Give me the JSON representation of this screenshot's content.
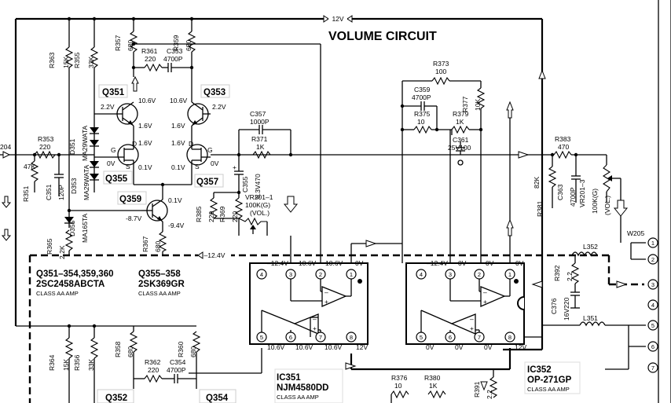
{
  "title": "VOLUME CIRCUIT",
  "supply": {
    "v12": "12V",
    "vneg12": "–12.4V",
    "in_ref": "204"
  },
  "transistor_groups": [
    {
      "parts": "Q351–354,359,360",
      "type": "2SC2458ABCTA",
      "class": "CLASS AA AMP"
    },
    {
      "parts": "Q355–358",
      "type": "2SK369GR",
      "class": "CLASS AA AMP"
    }
  ],
  "ics": [
    {
      "ref": "IC351",
      "type": "NJM4580DD",
      "class": "CLASS AA AMP"
    },
    {
      "ref": "IC352",
      "type": "OP-271GP",
      "class": "CLASS AA AMP"
    }
  ],
  "transistors": {
    "q351": {
      "label": "Q351",
      "b": "2.2V",
      "c": "10.6V",
      "e": "1.6V"
    },
    "q353": {
      "label": "Q353",
      "b": "2.2V",
      "c": "10.6V",
      "e": "1.6V"
    },
    "q355": {
      "label": "Q355",
      "g": "0V",
      "d": "1.6V",
      "s": "0.1V"
    },
    "q357": {
      "label": "Q357",
      "g": "0V",
      "d": "1.6V",
      "s": "0.1V"
    },
    "q359": {
      "label": "Q359",
      "c": "0.1V",
      "b": "-8.7V",
      "e": "-9.4V"
    },
    "q352": {
      "label": "Q352"
    },
    "q354": {
      "label": "Q354"
    }
  },
  "resistors": {
    "r357": {
      "ref": "R357",
      "val": "680"
    },
    "r359": {
      "ref": "R359",
      "val": "680"
    },
    "r361": {
      "ref": "R361",
      "val": "220"
    },
    "r363": {
      "ref": "R363",
      "val": "15K"
    },
    "r355": {
      "ref": "R355",
      "val": "33K"
    },
    "r353": {
      "ref": "R353",
      "val": "220"
    },
    "r351": {
      "ref": "R351",
      "val": "47K"
    },
    "r371": {
      "ref": "R371",
      "val": "1K"
    },
    "r373": {
      "ref": "R373",
      "val": "100"
    },
    "r375": {
      "ref": "R375",
      "val": "10"
    },
    "r377": {
      "ref": "R377",
      "val": "10K"
    },
    "r379": {
      "ref": "R379",
      "val": "1K"
    },
    "r383": {
      "ref": "R383",
      "val": "470"
    },
    "r381": {
      "ref": "R381",
      "val": "82K"
    },
    "r385": {
      "ref": "R385",
      "val": "220"
    },
    "r369": {
      "ref": "R369",
      "val": "220"
    },
    "r365": {
      "ref": "R365",
      "val": "2.2K"
    },
    "r367": {
      "ref": "R367",
      "val": "680"
    },
    "r364": {
      "ref": "R364",
      "val": "15K"
    },
    "r356": {
      "ref": "R356",
      "val": "33K"
    },
    "r358": {
      "ref": "R358",
      "val": "680"
    },
    "r360": {
      "ref": "R360",
      "val": "680"
    },
    "r362": {
      "ref": "R362",
      "val": "220"
    },
    "r376": {
      "ref": "R376",
      "val": "10"
    },
    "r380": {
      "ref": "R380",
      "val": "1K"
    },
    "r391": {
      "ref": "R391",
      "val": "2.2"
    },
    "r392": {
      "ref": "R392",
      "val": "2.2"
    }
  },
  "capacitors": {
    "c353": {
      "ref": "C353",
      "val": "4700P"
    },
    "c351": {
      "ref": "C351",
      "val": "120P"
    },
    "c357": {
      "ref": "C357",
      "val": "1000P"
    },
    "c355": {
      "ref": "C355",
      "val": "6.3V470"
    },
    "c359": {
      "ref": "C359",
      "val": "4700P"
    },
    "c361": {
      "ref": "C361",
      "val": "25V100"
    },
    "c363": {
      "ref": "C363",
      "val": "4700P"
    },
    "c354": {
      "ref": "C354",
      "val": "4700P"
    },
    "c376": {
      "ref": "C376",
      "val": "16V220"
    }
  },
  "diodes": {
    "d351": {
      "ref": "D351",
      "val": "MA29WATA"
    },
    "d353": {
      "ref": "D353",
      "val": "MA29WATA"
    },
    "d355": {
      "ref": "D355",
      "val": "MA165TA"
    }
  },
  "pots": {
    "vr201_1": {
      "ref": "VR201–1",
      "val": "100K(G)",
      "note": "(VOL.)"
    },
    "vr201_3": {
      "ref": "VR201–3",
      "val": "100K(G)",
      "note": "(VOL.)"
    }
  },
  "inductors": {
    "l351": "L351",
    "l352": "L352"
  },
  "connector": {
    "ref": "W205",
    "pins": [
      "1",
      "2",
      "3",
      "4",
      "5",
      "6",
      "7"
    ]
  },
  "ic351_pins_top": {
    "p4": "–12.4V",
    "p3": "10.6V",
    "p2": "10.6V",
    "p1": "0V"
  },
  "ic351_pins_bottom": {
    "p5": "10.6V",
    "p6": "10.6V",
    "p7": "10.6V",
    "p8": "12V"
  },
  "ic352_pins_top": {
    "p4": "–12.4V",
    "p3": "0V",
    "p2": "0V",
    "p1": "0V"
  },
  "ic352_pins_bottom": {
    "p5": "0V",
    "p6": "0V",
    "p7": "0V",
    "p8": "12V"
  },
  "pin_numbers": [
    "1",
    "2",
    "3",
    "4",
    "5",
    "6",
    "7",
    "8"
  ]
}
